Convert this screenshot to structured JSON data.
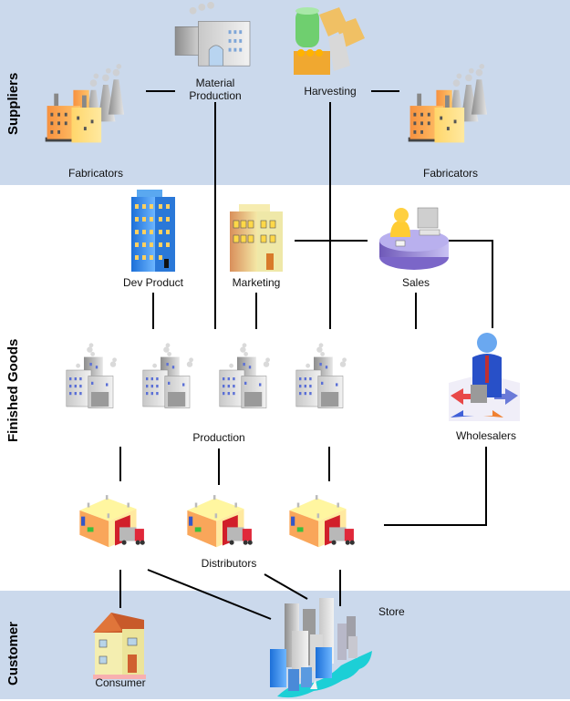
{
  "diagram": {
    "type": "supply-chain",
    "bands": [
      {
        "id": "suppliers",
        "label": "Suppliers",
        "color": "#cbd9ec"
      },
      {
        "id": "finished_goods",
        "label": "Finished Goods",
        "color": "#ffffff"
      },
      {
        "id": "customer",
        "label": "Customer",
        "color": "#cbd9ec"
      }
    ],
    "nodes": {
      "fabricators_left": {
        "label": "Fabricators",
        "icon": "factory-icon"
      },
      "material_production": {
        "label_line1": "Material",
        "label_line2": "Production",
        "icon": "plant-icon"
      },
      "harvesting": {
        "label": "Harvesting",
        "icon": "raw-materials-icon"
      },
      "fabricators_right": {
        "label": "Fabricators",
        "icon": "factory-icon"
      },
      "dev_product": {
        "label": "Dev Product",
        "icon": "office-tower-icon"
      },
      "marketing": {
        "label": "Marketing",
        "icon": "office-building-icon"
      },
      "sales": {
        "label": "Sales",
        "icon": "sales-desk-icon"
      },
      "production": {
        "label": "Production",
        "icon": "production-plant-icon",
        "count": 4
      },
      "wholesalers": {
        "label": "Wholesalers",
        "icon": "businessman-icon"
      },
      "distributors": {
        "label": "Distributors",
        "icon": "warehouse-truck-icon",
        "count": 3
      },
      "consumer": {
        "label": "Consumer",
        "icon": "house-icon"
      },
      "store": {
        "label": "Store",
        "icon": "city-icon"
      }
    },
    "edges": [
      [
        "fabricators_left",
        "material_production"
      ],
      [
        "harvesting",
        "fabricators_right"
      ],
      [
        "material_production",
        "production"
      ],
      [
        "harvesting",
        "production"
      ],
      [
        "dev_product",
        "production"
      ],
      [
        "marketing",
        "production"
      ],
      [
        "marketing",
        "sales"
      ],
      [
        "sales",
        "production"
      ],
      [
        "sales",
        "wholesalers"
      ],
      [
        "production",
        "distributors"
      ],
      [
        "wholesalers",
        "distributors"
      ],
      [
        "distributors",
        "consumer"
      ],
      [
        "distributors",
        "store"
      ]
    ],
    "colors": {
      "band": "#cbd9ec",
      "line": "#000000",
      "factory_orange": "#f9a65a",
      "factory_yellow": "#ffd66b",
      "grey_building": "#b5b5b5",
      "blue_tower": "#3a8ee6",
      "sales_purple": "#9b8fd9",
      "water": "#1ccfd6"
    }
  }
}
